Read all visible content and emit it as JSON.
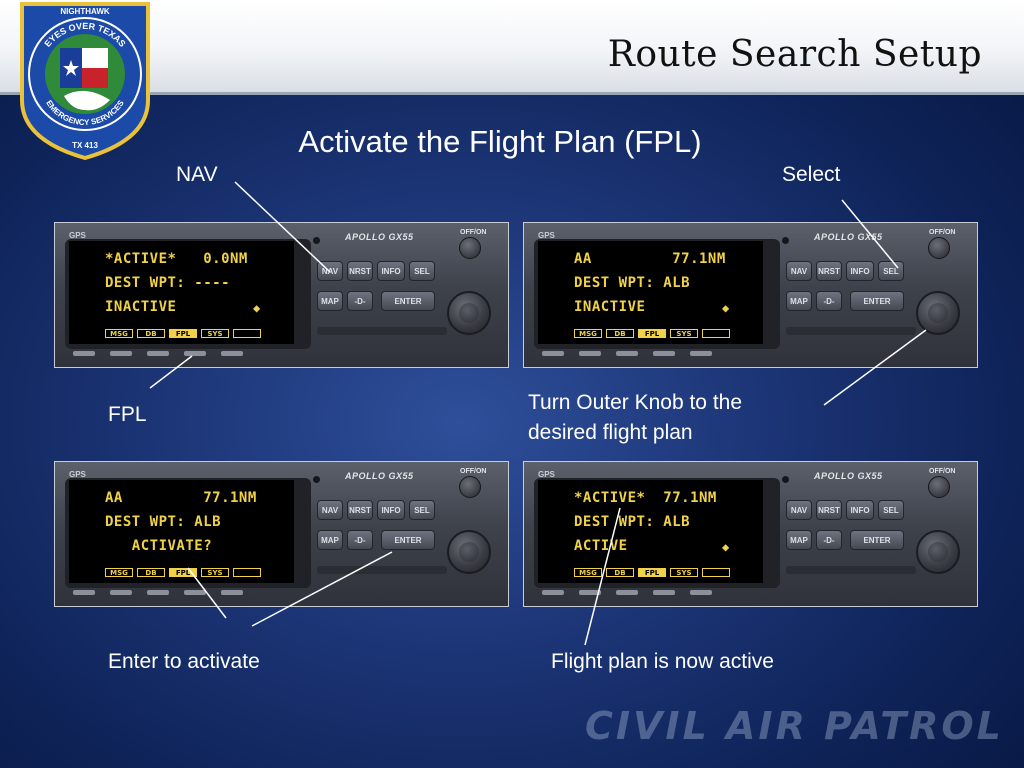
{
  "slide": {
    "title": "Route Search Setup",
    "subtitle": "Activate the Flight Plan (FPL)",
    "watermark": "CIVIL AIR PATROL"
  },
  "logo": {
    "top_text": "NIGHTHAWK",
    "ring_text": "EYES OVER TEXAS",
    "bottom_text": "EMERGENCY SERVICES",
    "unit": "TX 413"
  },
  "labels": {
    "nav": "NAV",
    "select": "Select",
    "fpl": "FPL",
    "turn_knob_1": "Turn Outer Knob to the",
    "turn_knob_2": "desired flight plan",
    "enter_activate": "Enter to activate",
    "now_active": "Flight plan is now active"
  },
  "device": {
    "gps_tag": "GPS",
    "brand": "APOLLO GX55",
    "power": "OFF/ON",
    "buttons": {
      "nav": "NAV",
      "nrst": "NRST",
      "info": "INFO",
      "sel": "SEL",
      "map": "MAP",
      "direct": "-D-",
      "enter": "ENTER"
    },
    "page_tabs": [
      "MSG",
      "DB",
      "FPL",
      "SYS",
      ""
    ],
    "diamond": "◆"
  },
  "panels": [
    {
      "line1": "*ACTIVE*   0.0NM",
      "line2": "DEST WPT: ----",
      "line3": "INACTIVE",
      "has_diamond": true
    },
    {
      "line1": "AA         77.1NM",
      "line2": "DEST WPT: ALB",
      "line3": "INACTIVE",
      "has_diamond": true
    },
    {
      "line1": "AA         77.1NM",
      "line2": "DEST WPT: ALB",
      "line3": "   ACTIVATE?",
      "has_diamond": false
    },
    {
      "line1": "*ACTIVE*  77.1NM",
      "line2": "DEST WPT: ALB",
      "line3": "ACTIVE",
      "has_diamond": true
    }
  ],
  "colors": {
    "lcd_text": "#f0d24a",
    "background": "#1c3576",
    "header": "#f2f4f7"
  }
}
